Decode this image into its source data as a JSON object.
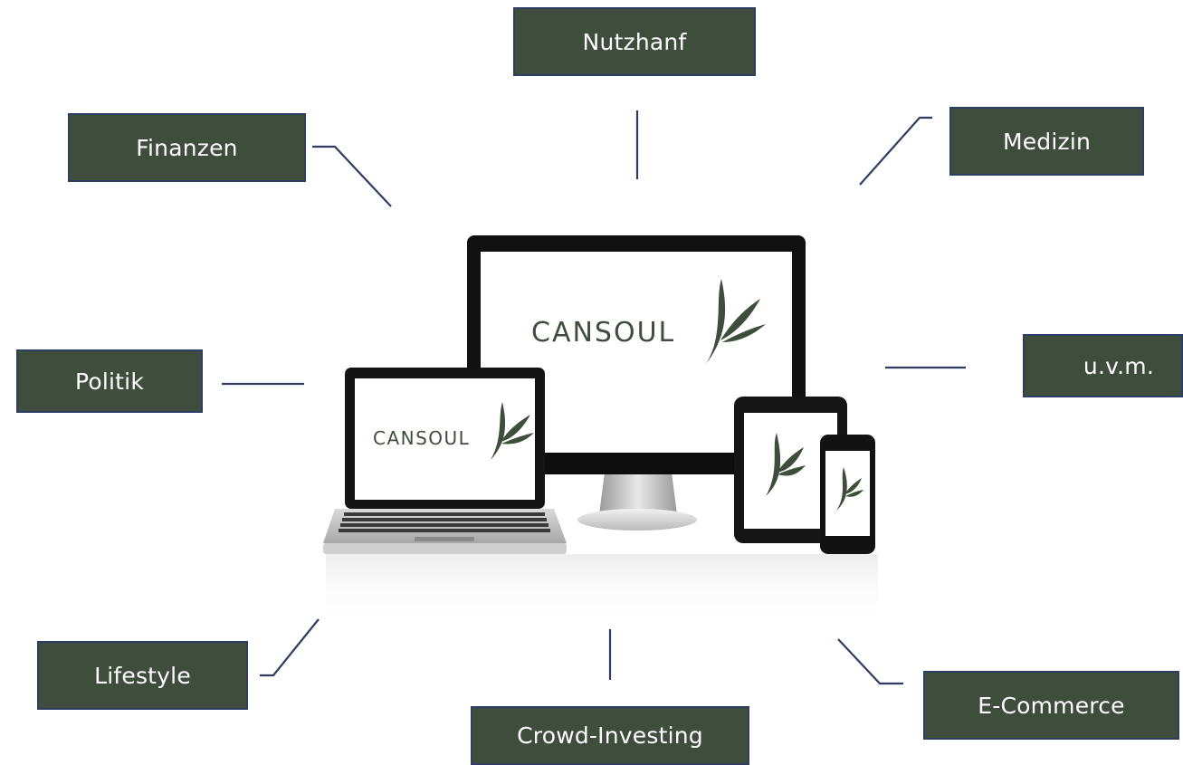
{
  "topics": [
    {
      "id": "nutzhanf",
      "label": "Nutzhanf"
    },
    {
      "id": "finanzen",
      "label": "Finanzen"
    },
    {
      "id": "medizin",
      "label": "Medizin"
    },
    {
      "id": "politik",
      "label": "Politik"
    },
    {
      "id": "uvm",
      "label": "u.v.m."
    },
    {
      "id": "lifestyle",
      "label": "Lifestyle"
    },
    {
      "id": "crowd-investing",
      "label": "Crowd-Investing"
    },
    {
      "id": "e-commerce",
      "label": "E-Commerce"
    }
  ],
  "brand": {
    "name": "CANSOUL",
    "logo_color": "#3e4d3c",
    "box_color": "#3e4d3c",
    "box_border_color": "#2f3d63",
    "line_color": "#2f3d63"
  }
}
